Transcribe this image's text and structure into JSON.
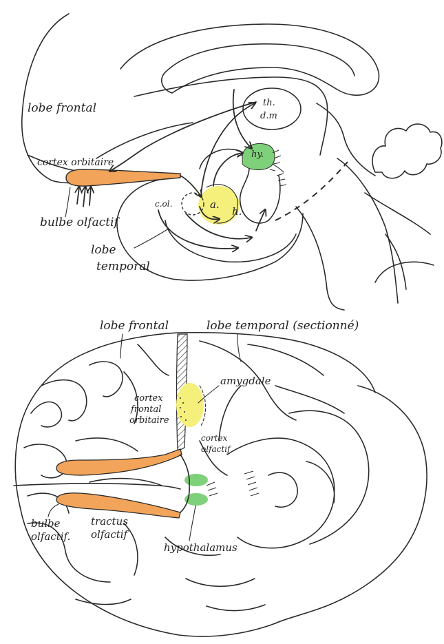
{
  "colors": {
    "olfactory_orange": "#f2a45a",
    "amygdala_yellow": "#f5ef7c",
    "hypothalamus_green": "#7fd07a",
    "ink": "#2b2b2b"
  },
  "sagittal": {
    "labels": {
      "frontal_lobe": "lobe frontal",
      "orbital_cortex": "cortex orbitaire",
      "olfactory_bulb": "bulbe olfactif",
      "temporal_lobe_line1": "lobe",
      "temporal_lobe_line2": "temporal",
      "c_ol": "c.ol.",
      "a": "a.",
      "h": "h.",
      "hy": "hy.",
      "th_line1": "th.",
      "th_line2": "d.m"
    }
  },
  "ventral": {
    "labels": {
      "frontal_lobe": "lobe frontal",
      "temporal_lobe": "lobe temporal (sectionné)",
      "amygdala": "amygdale",
      "orbitofrontal_line1": "cortex",
      "orbitofrontal_line2": "frontal",
      "orbitofrontal_line3": "orbitaire",
      "olfactory_cortex_line1": "cortex",
      "olfactory_cortex_line2": "olfactif",
      "olfactory_bulb_line1": "bulbe",
      "olfactory_bulb_line2": "olfactif.",
      "olfactory_tract_line1": "tractus",
      "olfactory_tract_line2": "olfactif",
      "hypothalamus": "hypothalamus"
    }
  }
}
